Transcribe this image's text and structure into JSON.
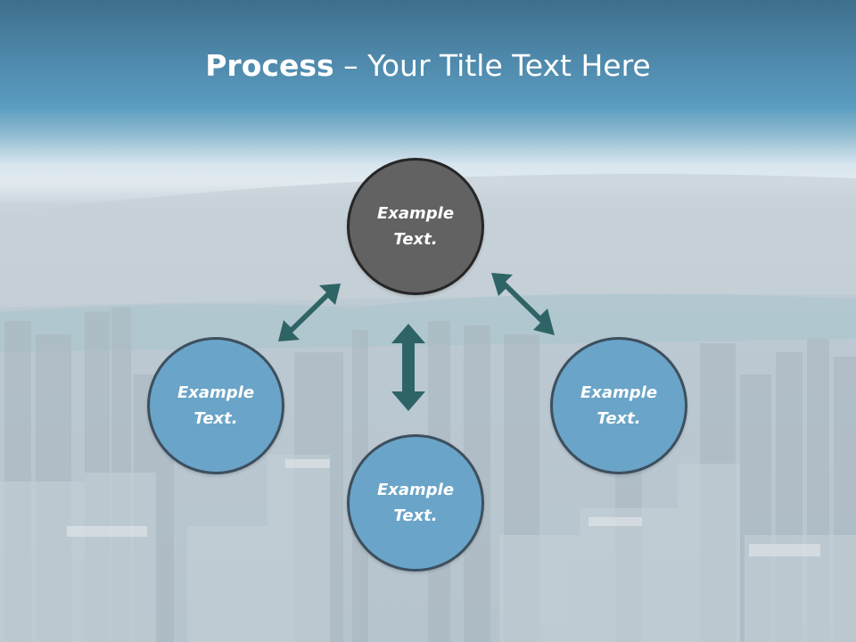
{
  "title": {
    "bold": "Process",
    "rest": " – Your Title Text Here"
  },
  "nodes": {
    "top": "Example Text.",
    "left": "Example Text.",
    "right": "Example Text.",
    "bottom": "Example Text."
  },
  "colors": {
    "title_band": "#4d86a8",
    "top_node_fill": "#626262",
    "side_node_fill": "#6aa4c8",
    "arrow": "#2f6466"
  }
}
